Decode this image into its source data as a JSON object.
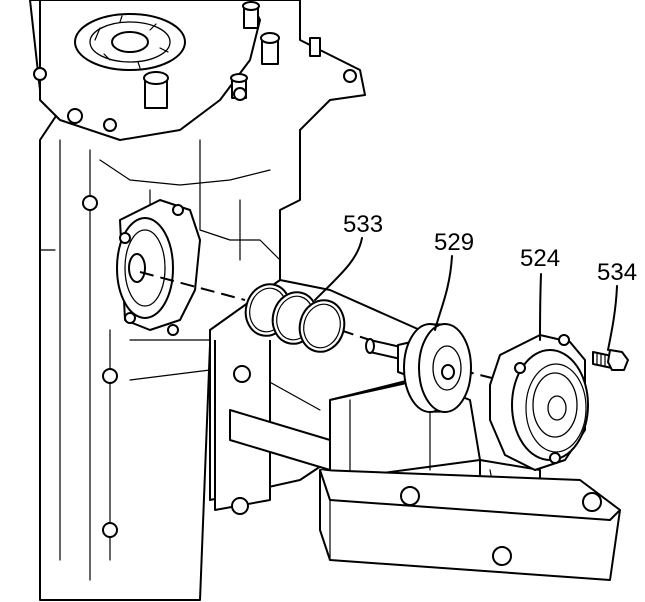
{
  "diagram": {
    "callouts": [
      {
        "id": "533",
        "label": "533"
      },
      {
        "id": "529",
        "label": "529"
      },
      {
        "id": "524",
        "label": "524"
      },
      {
        "id": "534",
        "label": "534"
      }
    ]
  }
}
